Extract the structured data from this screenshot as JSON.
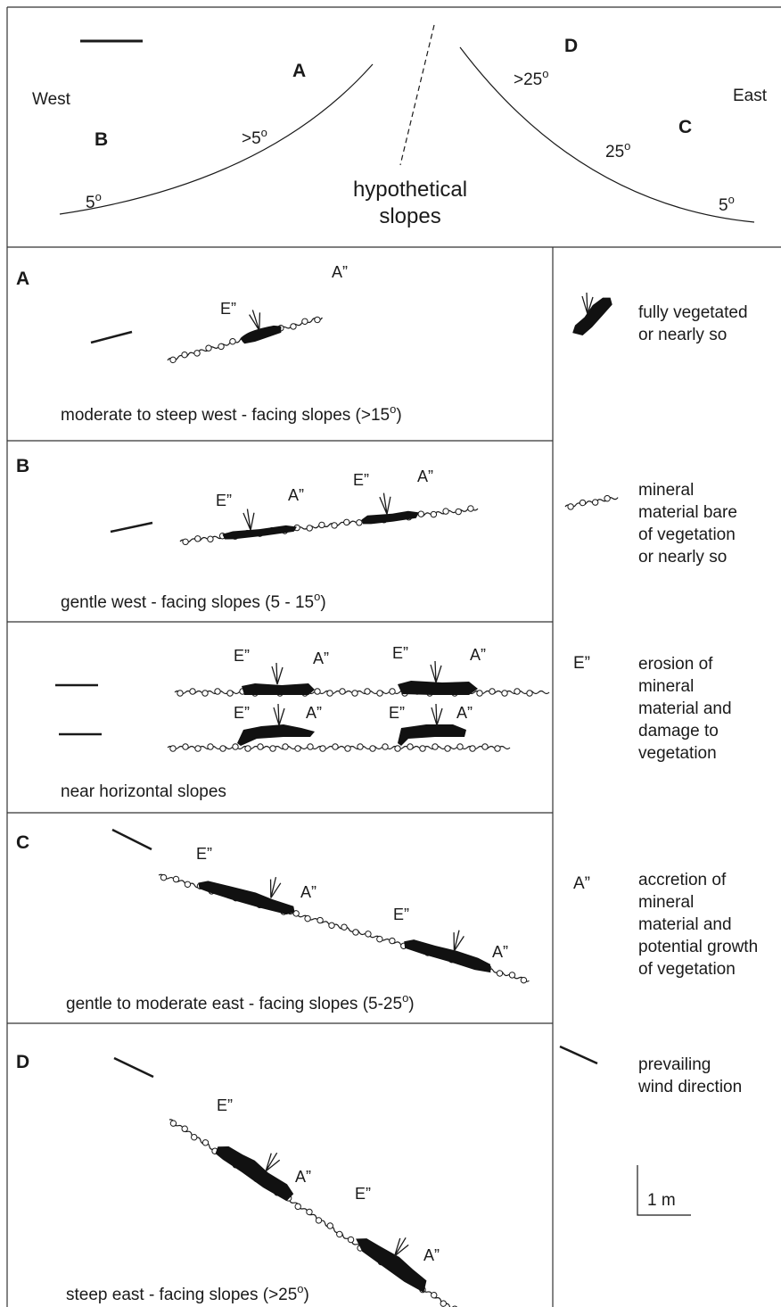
{
  "overview": {
    "west": "West",
    "east": "East",
    "hyp_line1": "hypothetical",
    "hyp_line2": "slopes",
    "slope_A": "A",
    "slope_B": "B",
    "slope_C": "C",
    "slope_D": "D",
    "angle_w_low": "5",
    "angle_w_high": ">5",
    "angle_e_high": ">25",
    "angle_e_mid": "25",
    "angle_e_low": "5",
    "degree": "o"
  },
  "panels": [
    {
      "letter": "A",
      "caption_pre": "moderate to steep west - facing slopes (>15",
      "caption_post": ")"
    },
    {
      "letter": "B",
      "caption_pre": "gentle west - facing slopes (5 - 15",
      "caption_post": ")"
    },
    {
      "letter": "",
      "caption_pre": "near horizontal slopes",
      "caption_post": ""
    },
    {
      "letter": "C",
      "caption_pre": "gentle to moderate east - facing slopes (5-25",
      "caption_post": ")"
    },
    {
      "letter": "D",
      "caption_pre": "steep east - facing slopes (>25",
      "caption_post": ")"
    }
  ],
  "markers": {
    "erosion": "E”",
    "accretion": "A”"
  },
  "legend": {
    "vegetated": [
      "fully vegetated",
      "or nearly so"
    ],
    "mineral": [
      "mineral",
      "material bare",
      "of vegetation",
      "or nearly so"
    ],
    "erosion_symbol": "E”",
    "erosion": [
      "erosion of",
      "mineral",
      "material and",
      "damage to",
      "vegetation"
    ],
    "accretion_symbol": "A”",
    "accretion": [
      "accretion of",
      "mineral",
      "material and",
      "potential growth",
      "of vegetation"
    ],
    "wind": [
      "prevailing",
      "wind direction"
    ],
    "scale": "1 m"
  }
}
